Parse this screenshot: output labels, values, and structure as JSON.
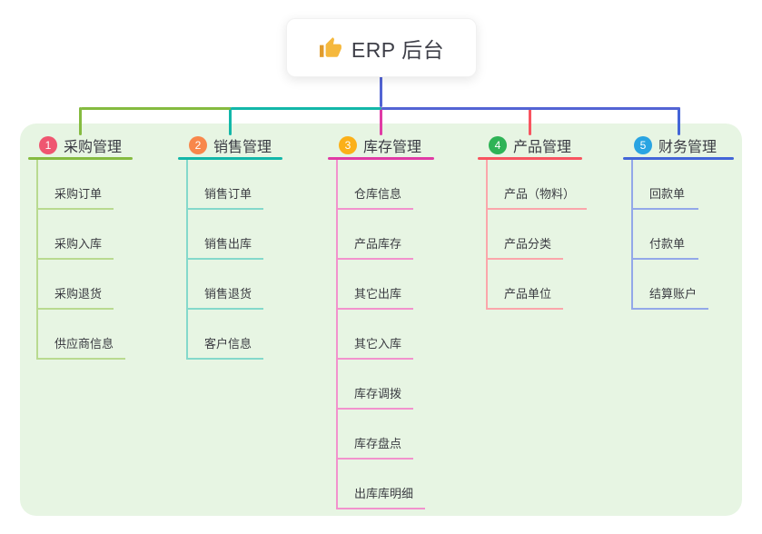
{
  "root": {
    "title": "ERP 后台",
    "icon": "thumbs-up-icon",
    "icon_color": "#f5b83d",
    "card_background": "#ffffff"
  },
  "panel": {
    "background": "#e7f5e3"
  },
  "connectors": {
    "trunk_color": "#5364d4"
  },
  "branches": [
    {
      "num": "1",
      "label": "采购管理",
      "badge_color": "#ef5670",
      "line_color": "#85bb40",
      "sub_line_color": "#b9da90",
      "items": [
        "采购订单",
        "采购入库",
        "采购退货",
        "供应商信息"
      ]
    },
    {
      "num": "2",
      "label": "销售管理",
      "badge_color": "#f8874b",
      "line_color": "#13b7a9",
      "sub_line_color": "#84d9cb",
      "items": [
        "销售订单",
        "销售出库",
        "销售退货",
        "客户信息"
      ]
    },
    {
      "num": "3",
      "label": "库存管理",
      "badge_color": "#fbb019",
      "line_color": "#e03ba5",
      "sub_line_color": "#f292cd",
      "items": [
        "仓库信息",
        "产品库存",
        "其它出库",
        "其它入库",
        "库存调拨",
        "库存盘点",
        "出库库明细"
      ]
    },
    {
      "num": "4",
      "label": "产品管理",
      "badge_color": "#2eb356",
      "line_color": "#f85460",
      "sub_line_color": "#fba6ab",
      "items": [
        "产品（物料）",
        "产品分类",
        "产品单位"
      ]
    },
    {
      "num": "5",
      "label": "财务管理",
      "badge_color": "#29a4e2",
      "line_color": "#4365d8",
      "sub_line_color": "#93a8e9",
      "items": [
        "回款单",
        "付款单",
        "结算账户"
      ]
    }
  ]
}
